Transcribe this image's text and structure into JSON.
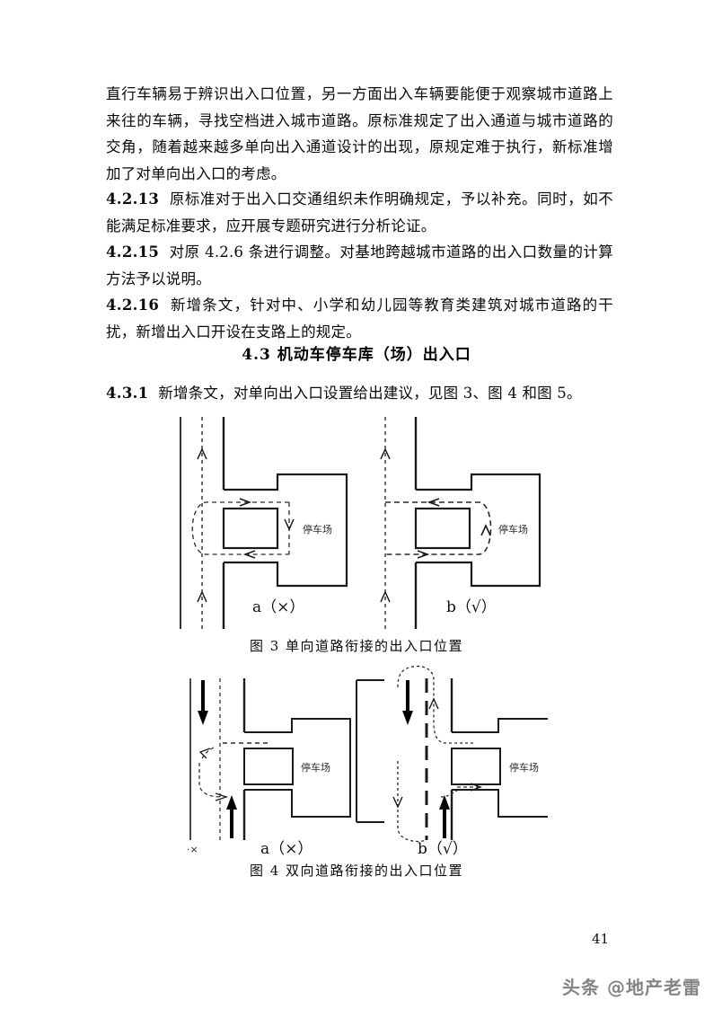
{
  "document": {
    "page_number": "41",
    "watermark": "头条 @地产老雷"
  },
  "paragraphs": [
    {
      "id": "p-intro",
      "number": "",
      "text": "直行车辆易于辨识出入口位置，另一方面出入车辆要能便于观察城市道路上来往的车辆，寻找空档进入城市道路。原标准规定了出入通道与城市道路的交角，随着越来越多单向出入通道设计的出现，原规定难于执行，新标准增加了对单向出入口的考虑。"
    },
    {
      "id": "p-4213",
      "number": "4.2.13",
      "text": "原标准对于出入口交通组织未作明确规定，予以补充。同时，如不能满足标准要求，应开展专题研究进行分析论证。"
    },
    {
      "id": "p-4215",
      "number": "4.2.15",
      "text": "对原 4.2.6 条进行调整。对基地跨越城市道路的出入口数量的计算方法予以说明。"
    },
    {
      "id": "p-4216",
      "number": "4.2.16",
      "text": "新增条文，针对中、小学和幼儿园等教育类建筑对城市道路的干扰，新增出入口开设在支路上的规定。"
    }
  ],
  "section_heading": "4.3 机动车停车库（场）出入口",
  "clause_431": {
    "number": "4.3.1",
    "text": "新增条文，对单向出入口设置给出建议，见图 3、图 4 和图 5。"
  },
  "figures": [
    {
      "id": "figure-3",
      "caption": "图 3 单向道路衔接的出入口位置",
      "panels": [
        {
          "id": "fig3-a",
          "label": "a（×）",
          "lot_label": "停车场",
          "verdict": "incorrect"
        },
        {
          "id": "fig3-b",
          "label": "b（√）",
          "lot_label": "停车场",
          "verdict": "correct"
        }
      ]
    },
    {
      "id": "figure-4",
      "caption": "图 4 双向道路衔接的出入口位置",
      "panels": [
        {
          "id": "fig4-a",
          "label": "a（×）",
          "lot_label": "停车场",
          "verdict": "incorrect"
        },
        {
          "id": "fig4-b",
          "label": "b（√）",
          "lot_label": "停车场",
          "verdict": "correct"
        }
      ]
    }
  ],
  "colors": {
    "ink": "#0a0a0a",
    "line": "#1a1a1a",
    "dash": "#2a2a2a",
    "watermark": "#6f6f6f"
  }
}
